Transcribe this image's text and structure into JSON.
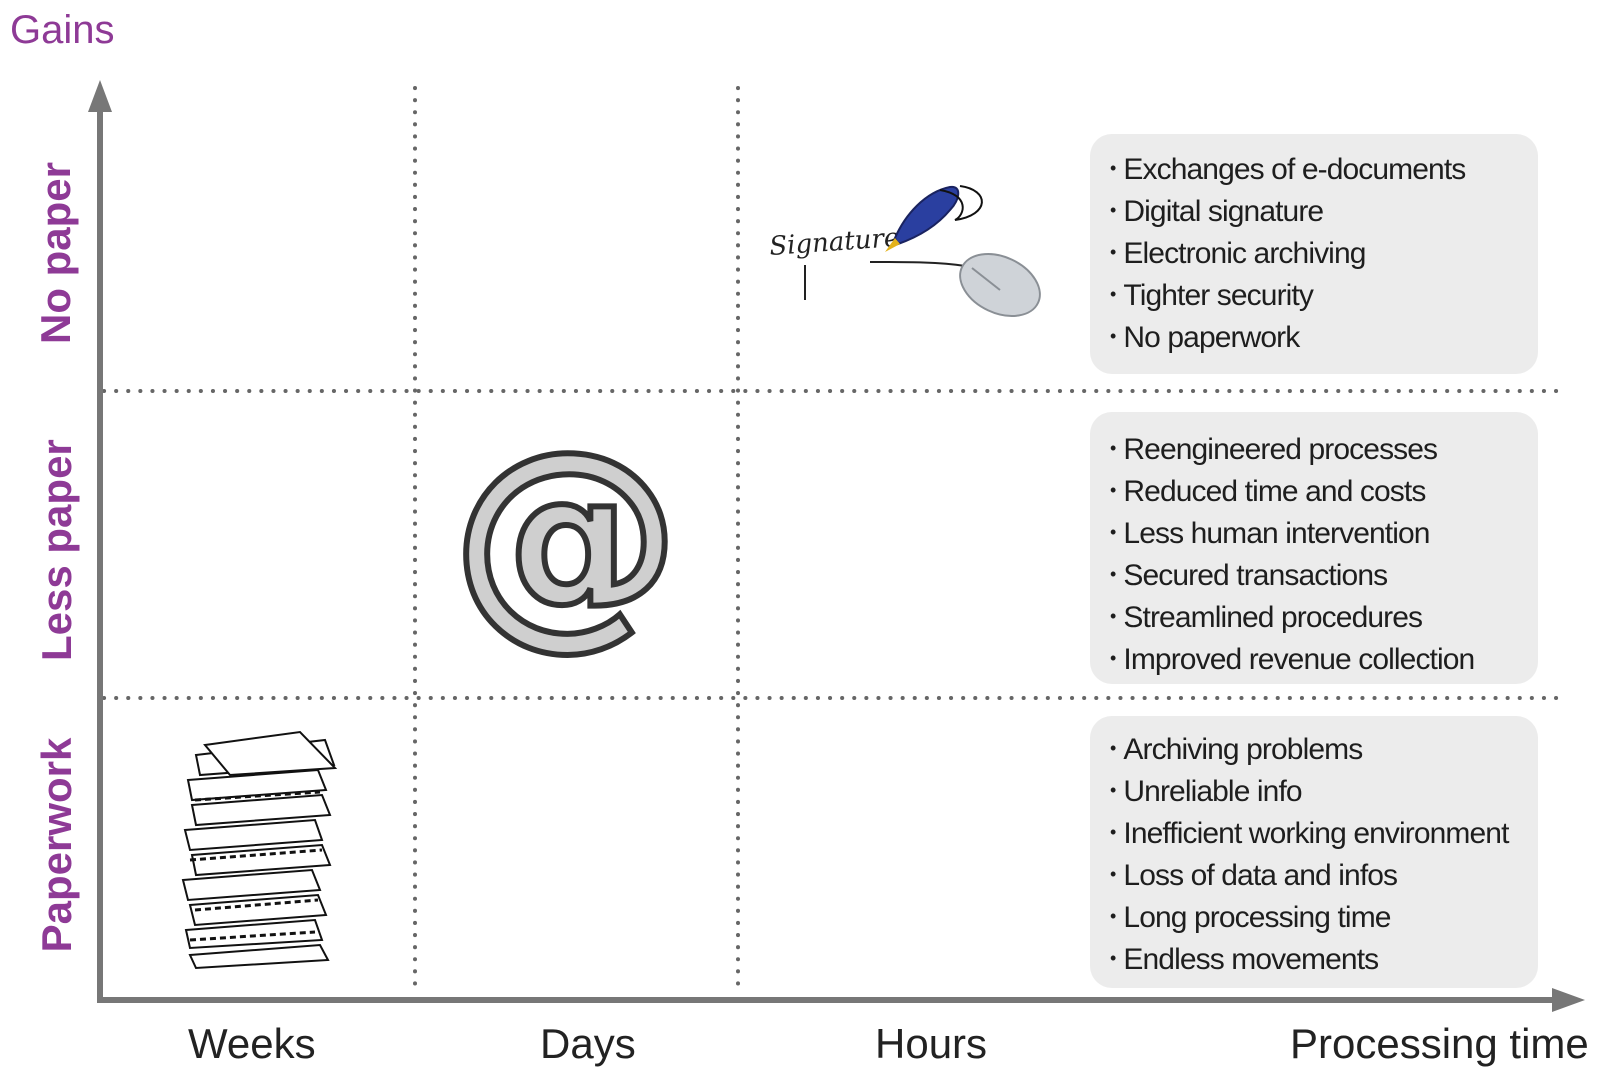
{
  "axes": {
    "y_title": "Gains",
    "x_title": "Processing time",
    "x_levels": [
      "Weeks",
      "Days",
      "Hours"
    ],
    "y_levels": [
      "No paper",
      "Less paper",
      "Paperwork"
    ]
  },
  "boxes": {
    "no_paper": [
      "Exchanges of e-documents",
      "Digital signature",
      "Electronic archiving",
      "Tighter security",
      "No paperwork"
    ],
    "less_paper": [
      "Reengineered processes",
      "Reduced time and costs",
      "Less human intervention",
      "Secured transactions",
      "Streamlined procedures",
      "Improved revenue collection"
    ],
    "paperwork": [
      "Archiving problems",
      "Unreliable info",
      "Inefficient working environment",
      "Loss of data and infos",
      "Long processing time",
      "Endless movements"
    ]
  },
  "illustrations": {
    "signature_text": "Signature",
    "signature_icon": "signature-pen-mouse-icon",
    "email_icon": "at-sign-icon",
    "paper_icon": "paper-stack-icon"
  },
  "colors": {
    "label_purple": "#8e3a96",
    "axis_gray": "#777777",
    "box_gray": "#ececec"
  }
}
